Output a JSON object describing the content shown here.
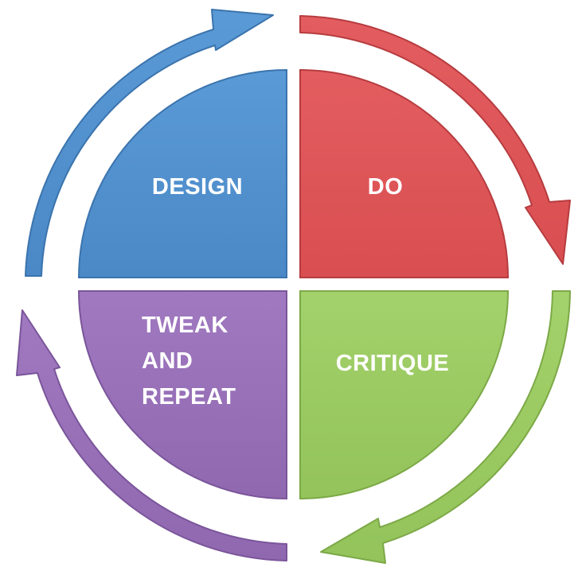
{
  "diagram": {
    "colors": {
      "design": "#4f8fcd",
      "do": "#dd5356",
      "critique": "#9ccb62",
      "tweak": "#9870b8",
      "design_stroke": "#3b74ad",
      "do_stroke": "#b63c3f",
      "critique_stroke": "#7ca947",
      "tweak_stroke": "#7a559a",
      "label": "#ffffff",
      "background": "#ffffff"
    },
    "quadrants": {
      "design": {
        "label": "DESIGN"
      },
      "do": {
        "label": "DO"
      },
      "critique": {
        "label": "CRITIQUE"
      },
      "tweak": {
        "line1": "TWEAK",
        "line2": "AND",
        "line3": "REPEAT"
      }
    },
    "arrows": {
      "design": {
        "icon": "curved-arrow-icon",
        "direction": "clockwise"
      },
      "do": {
        "icon": "curved-arrow-icon",
        "direction": "clockwise"
      },
      "critique": {
        "icon": "curved-arrow-icon",
        "direction": "clockwise"
      },
      "tweak": {
        "icon": "curved-arrow-icon",
        "direction": "clockwise"
      }
    }
  }
}
